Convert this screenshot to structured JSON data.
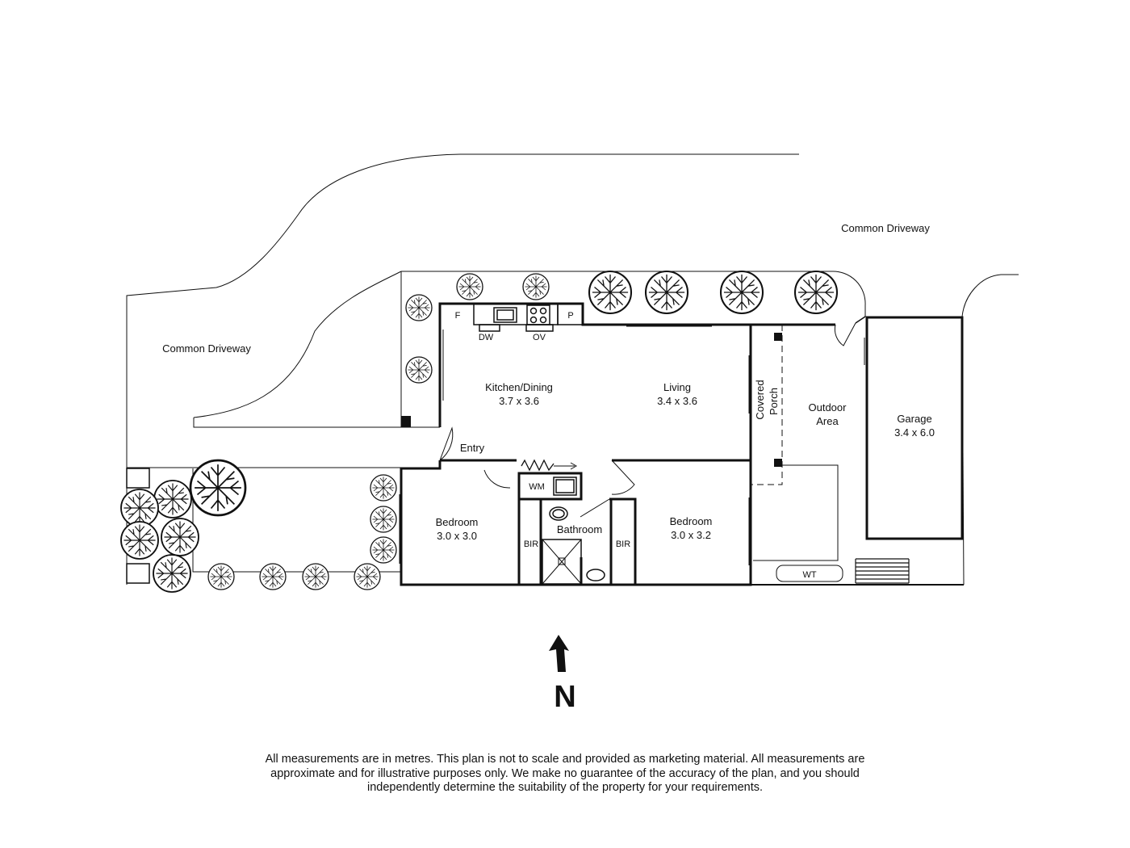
{
  "labels": {
    "common_driveway_top": "Common Driveway",
    "common_driveway_left": "Common Driveway",
    "kitchen_dining_name": "Kitchen/Dining",
    "kitchen_dining_size": "3.7 x 3.6",
    "living_name": "Living",
    "living_size": "3.4 x 3.6",
    "covered_porch_l1": "Covered",
    "covered_porch_l2": "Porch",
    "outdoor_l1": "Outdoor",
    "outdoor_l2": "Area",
    "garage_name": "Garage",
    "garage_size": "3.4 x 6.0",
    "entry": "Entry",
    "bedroom1_name": "Bedroom",
    "bedroom1_size": "3.0 x 3.0",
    "bedroom2_name": "Bedroom",
    "bedroom2_size": "3.0 x 3.2",
    "bathroom": "Bathroom",
    "bir_left": "BIR",
    "bir_right": "BIR",
    "wm": "WM",
    "wt": "WT",
    "fridge": "F",
    "pantry": "P",
    "dishwasher": "DW",
    "oven": "OV",
    "north": "N"
  },
  "disclaimer": {
    "line1": "All measurements are in metres. This plan is not to scale and provided as marketing material. All measurements are",
    "line2": "approximate and for illustrative purposes only. We make no guarantee of the accuracy of the plan, and you should",
    "line3": "independently determine the suitability of the property for your requirements."
  },
  "icons": [
    "tree-icon",
    "north-arrow-icon",
    "stove-icon",
    "sink-icon",
    "toilet-icon",
    "basin-icon",
    "shower-icon"
  ]
}
